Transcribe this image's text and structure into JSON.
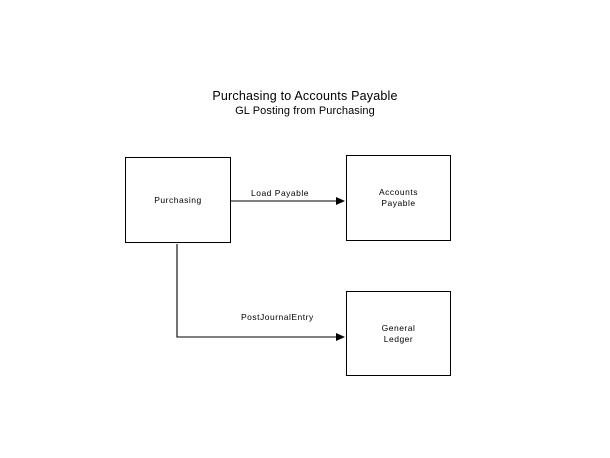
{
  "diagram": {
    "title": "Purchasing to Accounts Payable",
    "subtitle": "GL Posting from Purchasing",
    "background_color": "#ffffff",
    "stroke_color": "#000000",
    "nodes": [
      {
        "id": "purchasing",
        "label": "Purchasing"
      },
      {
        "id": "accounts_payable",
        "label": "Accounts\nPayable"
      },
      {
        "id": "general_ledger",
        "label": "General\nLedger"
      }
    ],
    "edges": [
      {
        "id": "load_payable",
        "label": "Load Payable",
        "from": "Purchasing",
        "to": "Accounts Payable"
      },
      {
        "id": "post_journal_entry",
        "label": "PostJournalEntry",
        "from": "Purchasing",
        "to": "General Ledger"
      }
    ]
  }
}
